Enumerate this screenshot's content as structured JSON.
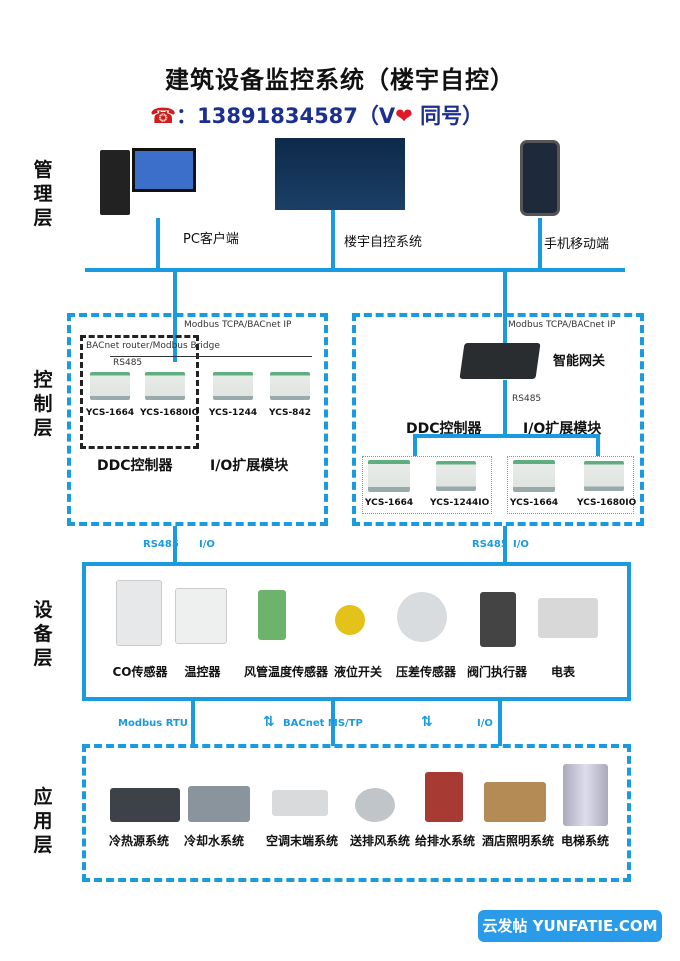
{
  "title": "建筑设备监控系统（楼宇自控）",
  "contact": {
    "icon": "telephone-icon",
    "prefix": "：",
    "number": "13891834587",
    "suffix_open": "（V",
    "heart": "❤",
    "suffix_close": " 同号）"
  },
  "layers": [
    "管理层",
    "控制层",
    "设备层",
    "应用层"
  ],
  "management": {
    "pc": "PC客户端",
    "bas": "楼宇自控系统",
    "mobile": "手机移动端"
  },
  "control": {
    "left": {
      "protocol": "Modbus TCPA/BACnet IP",
      "bridge": "BACnet router/Modbus Bridge",
      "bus": "RS485",
      "modules": [
        "YCS-1664",
        "YCS-1680IO",
        "YCS-1244",
        "YCS-842"
      ],
      "ddc": "DDC控制器",
      "io": "I/O扩展模块"
    },
    "right": {
      "protocol": "Modbus TCPA/BACnet IP",
      "gateway": "智能网关",
      "bus": "RS485",
      "ddc": "DDC控制器",
      "io": "I/O扩展模块",
      "modules": [
        "YCS-1664",
        "YCS-1244IO",
        "YCS-1664",
        "YCS-1680IO"
      ]
    }
  },
  "links": {
    "left": [
      "RS485",
      "I/O"
    ],
    "right": [
      "RS485",
      "I/O"
    ],
    "bottom": [
      "Modbus RTU",
      "BACnet MS/TP",
      "I/O"
    ]
  },
  "devices": [
    "CO传感器",
    "温控器",
    "风管温度传感器",
    "液位开关",
    "压差传感器",
    "阀门执行器",
    "电表"
  ],
  "applications": [
    "冷热源系统",
    "冷却水系统",
    "空调末端系统",
    "送排风系统",
    "给排水系统",
    "酒店照明系统",
    "电梯系统"
  ],
  "watermark": "云发帖 YUNFATIE.COM",
  "colors": {
    "accent": "#1a9be0",
    "phone": "#1b2f8f"
  }
}
